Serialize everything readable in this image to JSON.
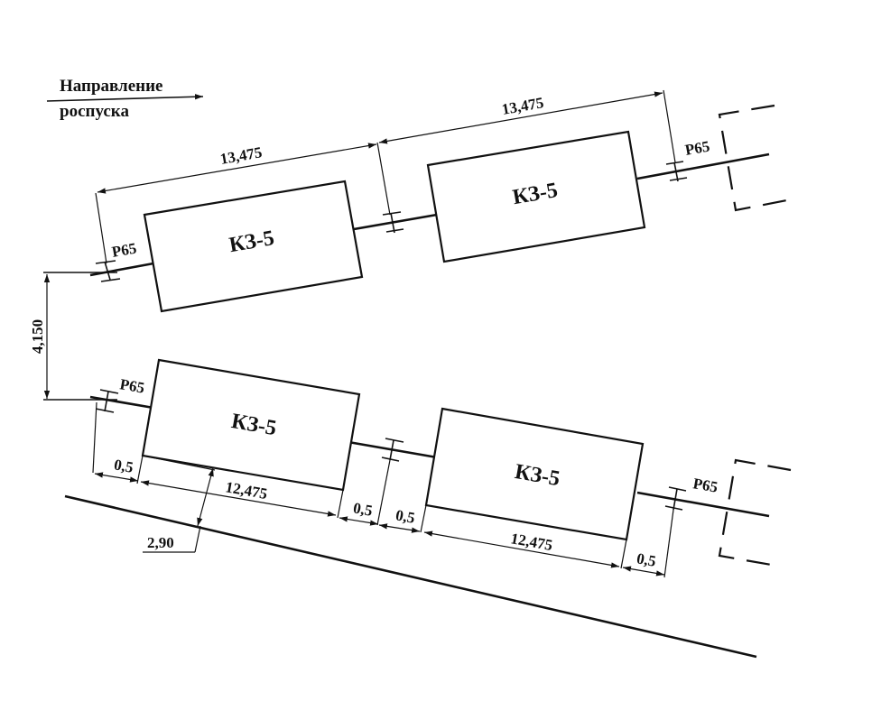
{
  "direction": {
    "line1": "Направление",
    "line2": "роспуска"
  },
  "car_label": "КЗ-5",
  "coupler_label": "Р65",
  "dims": {
    "coupling_distance": "13,475",
    "track_spacing": "4,150",
    "overhang": "0,5",
    "car_length": "12,475",
    "clearance": "2,90"
  },
  "colors": {
    "ink": "#111111",
    "background": "#ffffff"
  }
}
